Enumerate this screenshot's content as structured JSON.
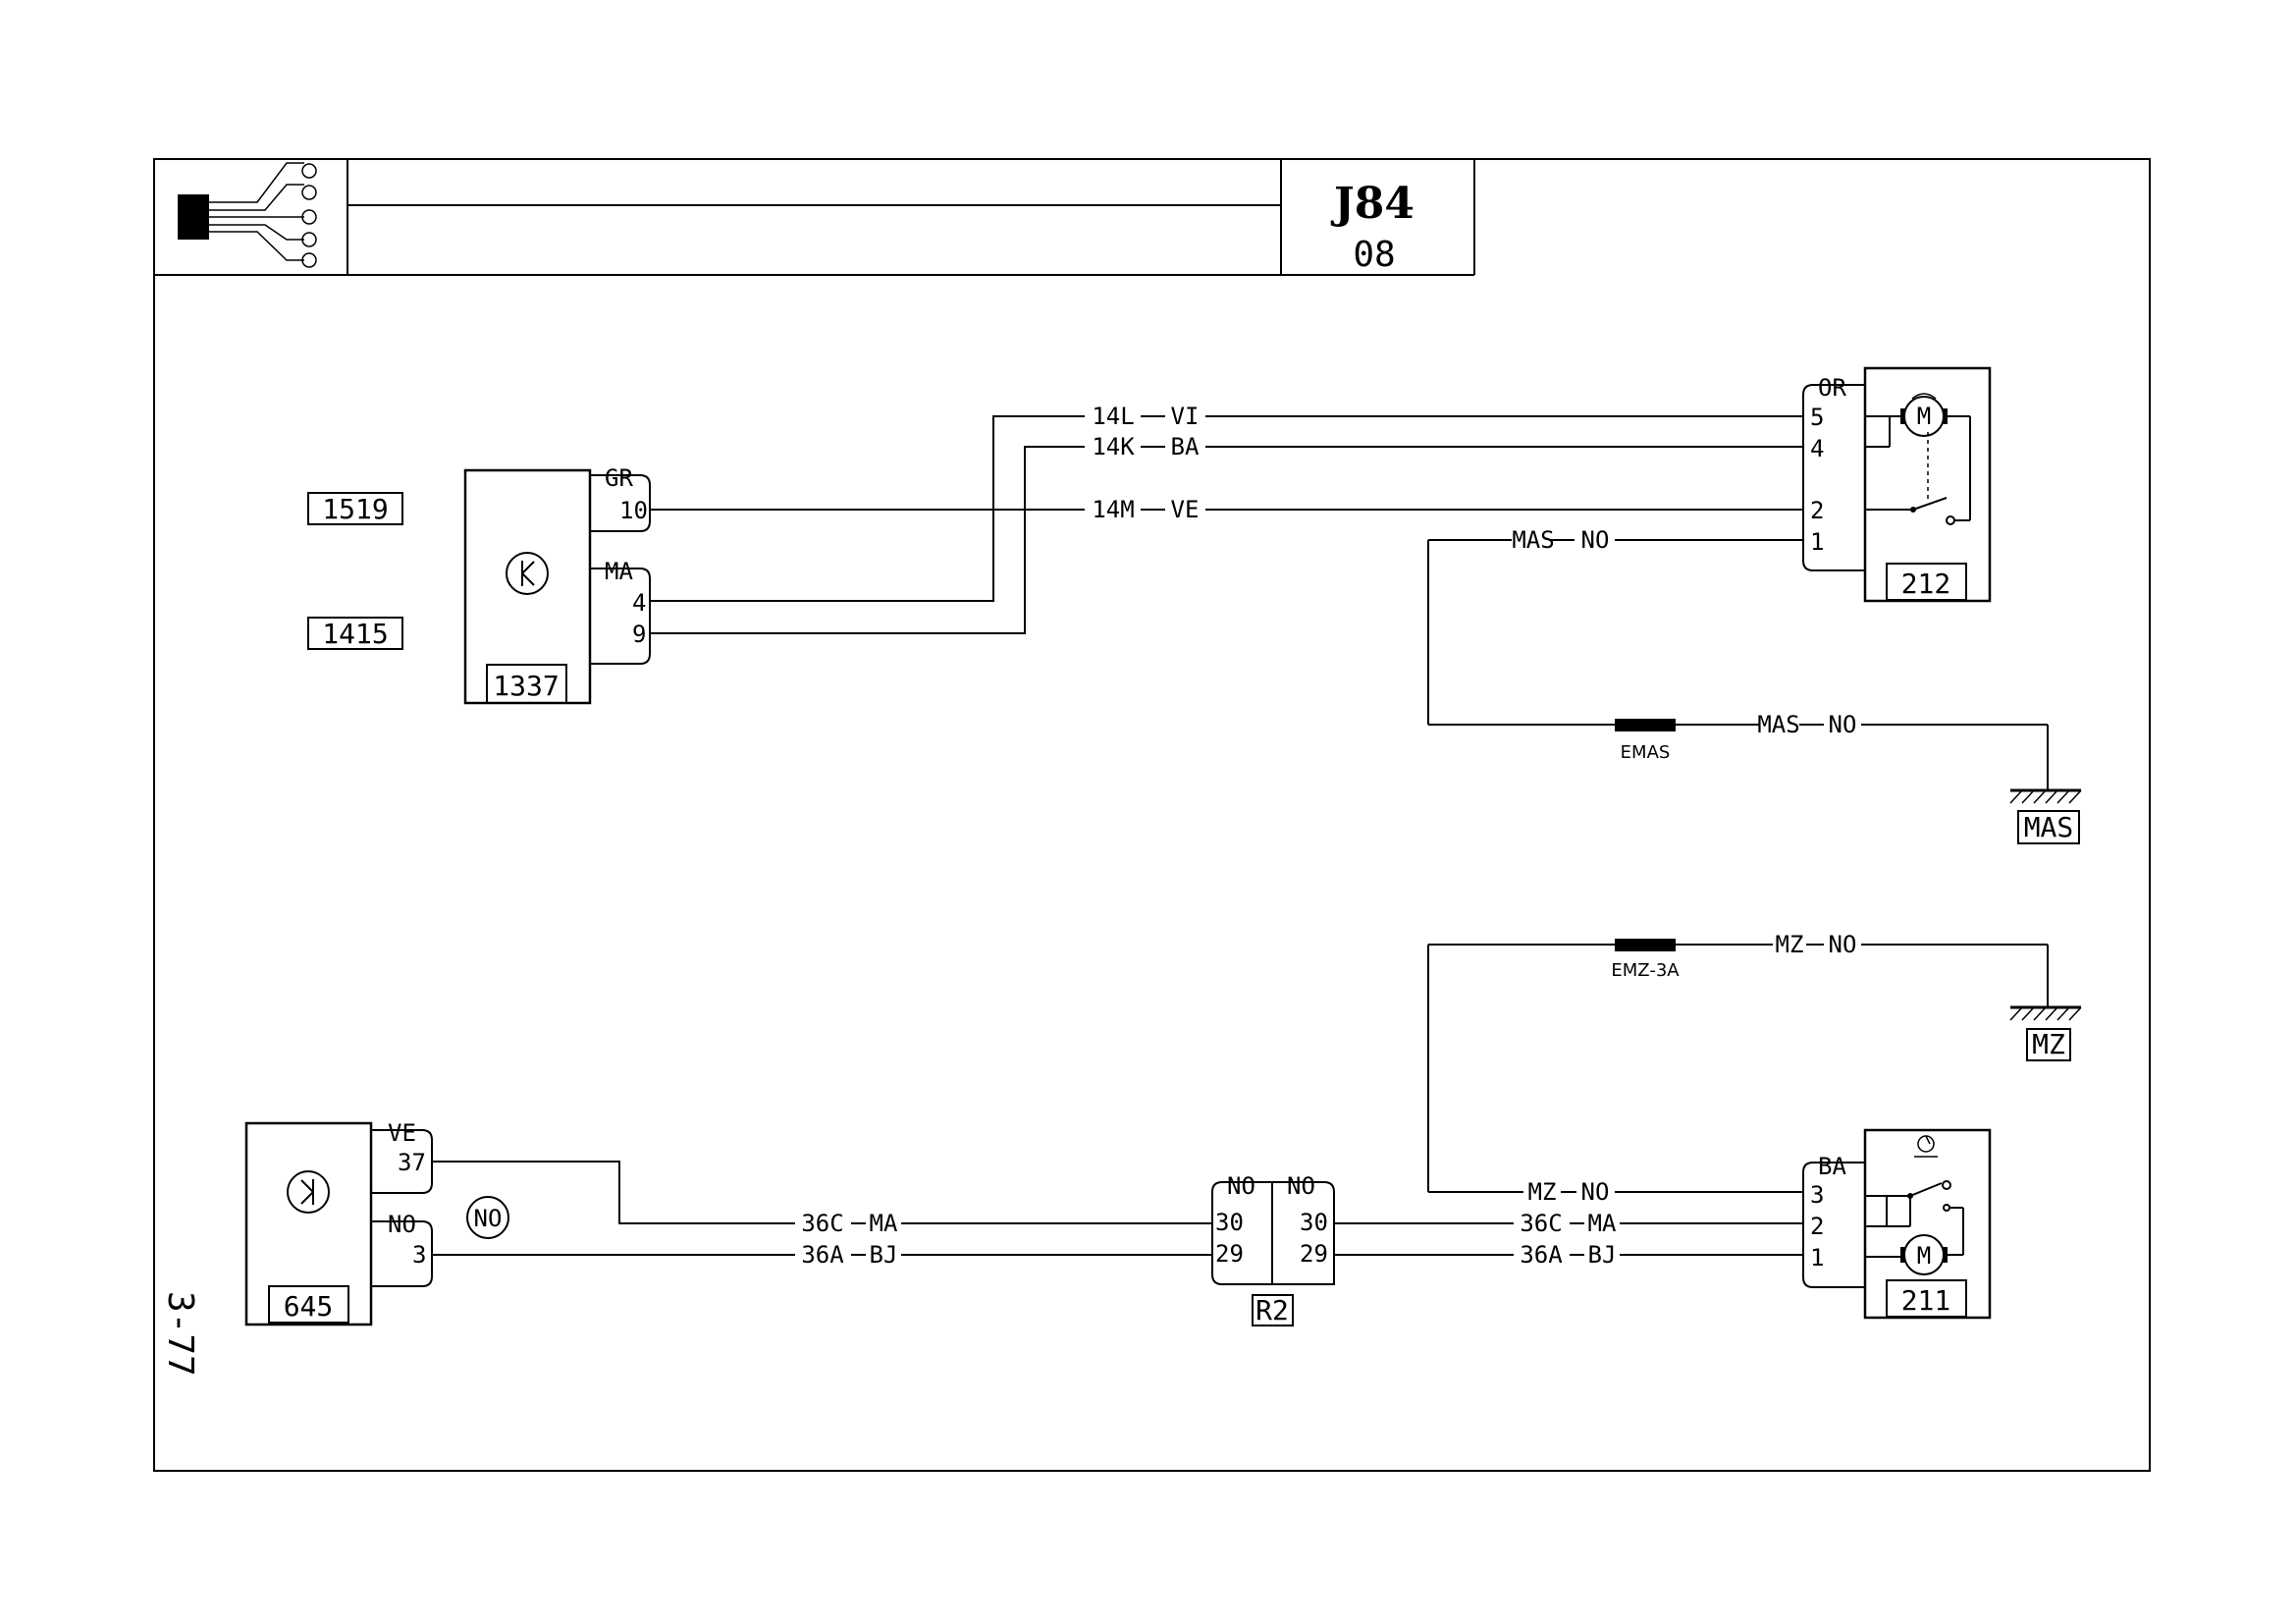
{
  "header": {
    "title": "J84",
    "code": "08"
  },
  "side_label": "3-77",
  "components": {
    "c1337": "1337",
    "c212": "212",
    "c645": "645",
    "c211": "211",
    "r2": "R2",
    "ref1519": "1519",
    "ref1415": "1415",
    "mas": "MAS",
    "mz": "MZ",
    "emas": "EMAS",
    "emz": "EMZ-3A",
    "no_circle": "NO",
    "motor": "M"
  },
  "connectors": {
    "c1337_gr": "GR",
    "c1337_ma": "MA",
    "c212_or": "OR",
    "c645_ve": "VE",
    "c645_no": "NO",
    "c211_ba": "BA",
    "r2_left": "NO",
    "r2_right": "NO"
  },
  "pins": {
    "p10": "10",
    "p4": "4",
    "p9": "9",
    "p212_5": "5",
    "p212_4": "4",
    "p212_2": "2",
    "p212_1": "1",
    "p37": "37",
    "p3": "3",
    "r2_l30": "30",
    "r2_l29": "29",
    "r2_r30": "30",
    "r2_r29": "29",
    "p211_3": "3",
    "p211_2": "2",
    "p211_1": "1"
  },
  "wires": {
    "w14L": "14L",
    "c14L": "VI",
    "w14K": "14K",
    "c14K": "BA",
    "w14M": "14M",
    "c14M": "VE",
    "wMAS1": "MAS",
    "cMAS1": "NO",
    "wMAS2": "MAS",
    "cMAS2": "NO",
    "wMZ1": "MZ",
    "cMZ1": "NO",
    "wMZ2": "MZ",
    "cMZ2": "NO",
    "w36C_a": "36C",
    "c36C_a": "MA",
    "w36A_a": "36A",
    "c36A_a": "BJ",
    "w36C_b": "36C",
    "c36C_b": "MA",
    "w36A_b": "36A",
    "c36A_b": "BJ"
  }
}
